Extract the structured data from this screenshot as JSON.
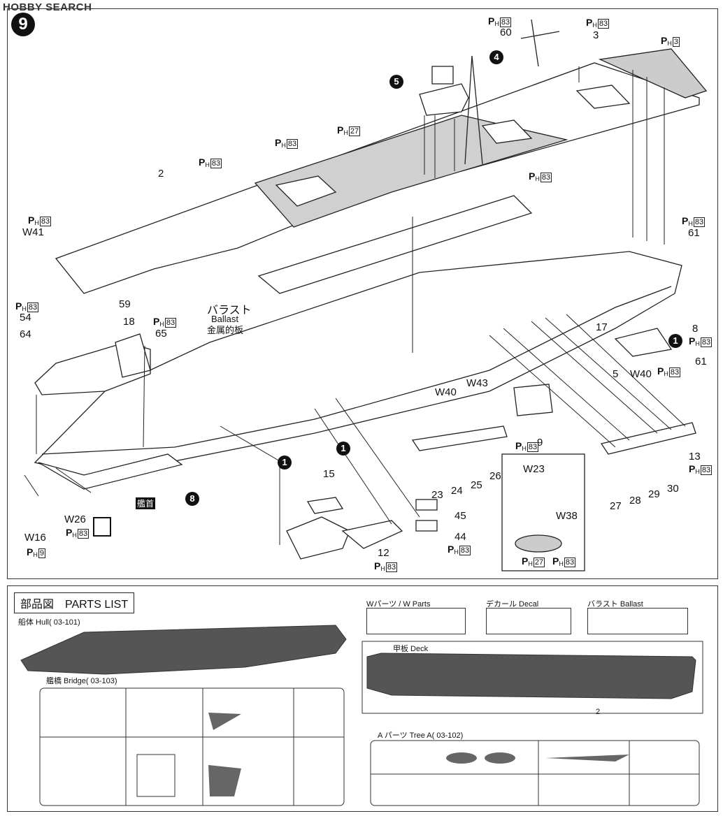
{
  "logo_text": "HOBBY SEARCH",
  "step_number": "9",
  "callouts": {
    "c5": "5",
    "c4": "4",
    "c1a": "1",
    "c1b": "1",
    "c1c": "1",
    "c8": "8"
  },
  "labels": {
    "p60": "60",
    "p3": "3",
    "p2": "2",
    "p61a": "61",
    "w41": "W41",
    "p54": "54",
    "p59": "59",
    "p18": "18",
    "p65": "65",
    "p64": "64",
    "p17": "17",
    "p8": "8",
    "p5": "5",
    "w40a": "W40",
    "w40b": "W40",
    "w43": "W43",
    "p9": "9",
    "p61b": "61",
    "p13": "13",
    "p23": "23",
    "p24": "24",
    "p25": "25",
    "p26": "26",
    "p27": "27",
    "p28": "28",
    "p29": "29",
    "p30": "30",
    "p15": "15",
    "p45": "45",
    "p44": "44",
    "p12": "12",
    "w23": "W23",
    "w38": "W38",
    "w26": "W26",
    "w16": "W16",
    "ballast_jp": "バラスト",
    "ballast_en": "Ballast",
    "ballast_jp2": "金属的板",
    "bow_jp": "艦首"
  },
  "plabels": {
    "pl_60": "83",
    "pl_3": "83",
    "pl_top3": "3",
    "pl_27": "27",
    "pl_83a": "83",
    "pl_83b": "83",
    "pl_83c": "83",
    "pl_w41": "83",
    "pl_54": "83",
    "pl_65": "83",
    "pl_61a": "83",
    "pl_8": "83",
    "pl_5": "83",
    "pl_9": "83",
    "pl_13": "83",
    "pl_44": "83",
    "pl_12": "83",
    "pl_w38a": "27",
    "pl_w38b": "83",
    "pl_w26": "83",
    "pl_w16": "9"
  },
  "parts_list": {
    "title": "部品図　PARTS LIST",
    "w_parts": "Wパーツ / W Parts",
    "decal": "デカール Decal",
    "ballast": "バラスト Ballast",
    "hull": "船体 Hull( 03-101)",
    "deck": "甲板 Deck",
    "bridge": "艦橋 Bridge( 03-103)",
    "tree_a": "A パーツ Tree A( 03-102)",
    "deck_part": "2"
  }
}
